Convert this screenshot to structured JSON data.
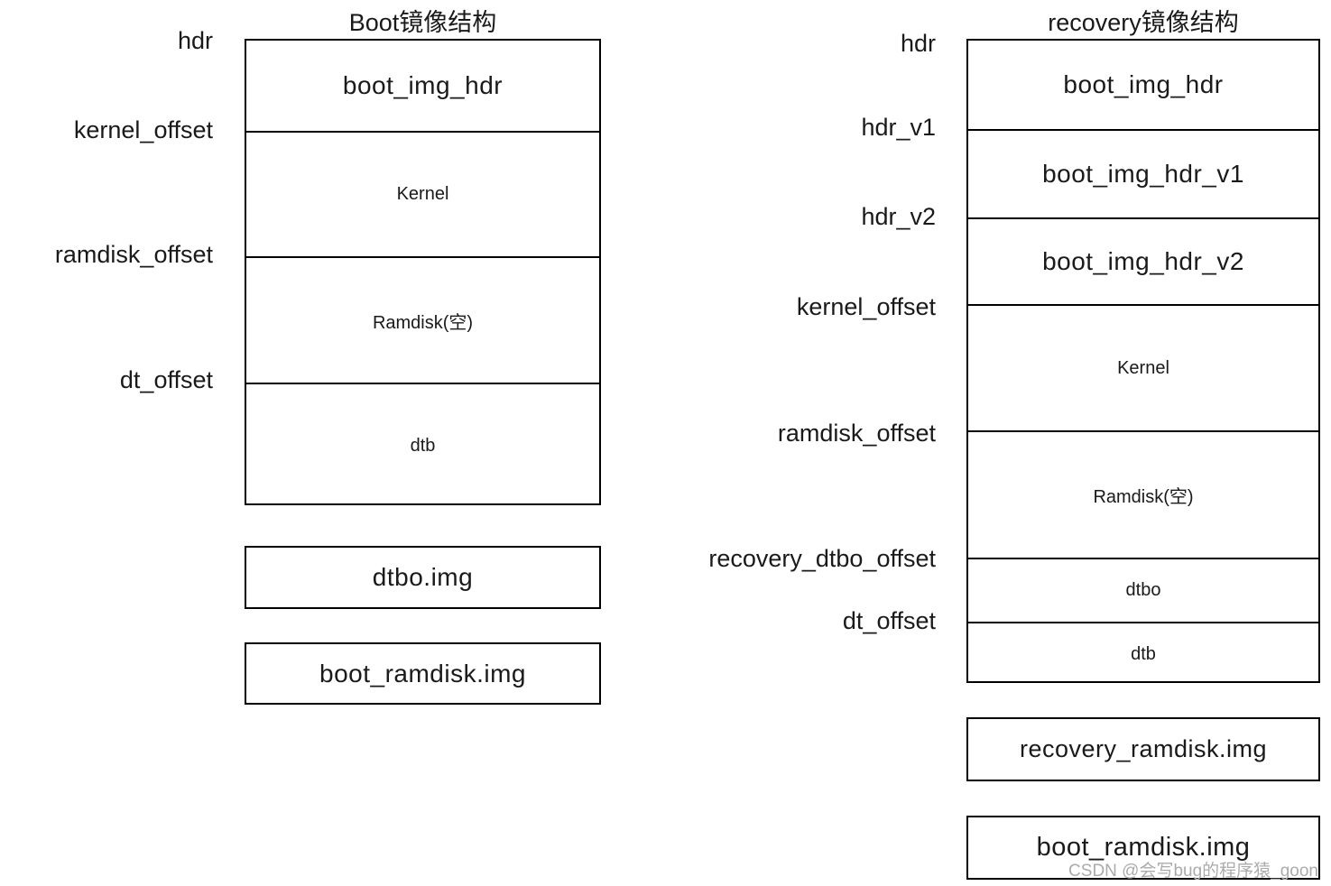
{
  "boot": {
    "title": "Boot镜像结构",
    "stack": [
      {
        "offset": "hdr",
        "label": "boot_img_hdr"
      },
      {
        "offset": "kernel_offset",
        "label": "Kernel"
      },
      {
        "offset": "ramdisk_offset",
        "label": "Ramdisk(空)"
      },
      {
        "offset": "dt_offset",
        "label": "dtb"
      }
    ],
    "files": [
      {
        "label": "dtbo.img"
      },
      {
        "label": "boot_ramdisk.img"
      }
    ]
  },
  "recovery": {
    "title": "recovery镜像结构",
    "stack": [
      {
        "offset": "hdr",
        "label": "boot_img_hdr"
      },
      {
        "offset": "hdr_v1",
        "label": "boot_img_hdr_v1"
      },
      {
        "offset": "hdr_v2",
        "label": "boot_img_hdr_v2"
      },
      {
        "offset": "kernel_offset",
        "label": "Kernel"
      },
      {
        "offset": "ramdisk_offset",
        "label": "Ramdisk(空)"
      },
      {
        "offset": "recovery_dtbo_offset",
        "label": "dtbo"
      },
      {
        "offset": "dt_offset",
        "label": "dtb"
      }
    ],
    "files": [
      {
        "label": "recovery_ramdisk.img"
      },
      {
        "label": "boot_ramdisk.img"
      }
    ]
  },
  "watermark": {
    "text": "CSDN @会写bug的程序猿_goon"
  },
  "colors": {
    "background": "#ffffff",
    "line": "#000000",
    "text": "#1a1a1a",
    "watermark": "#ababab"
  }
}
